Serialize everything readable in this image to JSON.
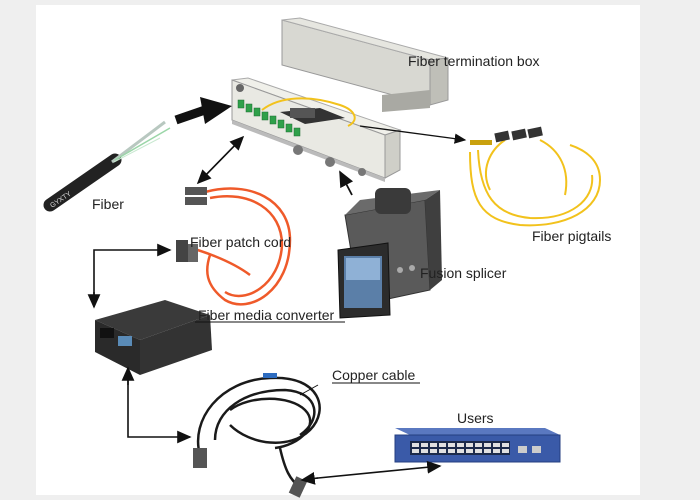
{
  "labels": {
    "fiber": "Fiber",
    "fiber_termination_box": "Fiber termination box",
    "fiber_pigtails": "Fiber pigtails",
    "fiber_patch_cord": "Fiber patch cord",
    "fusion_splicer": "Fusion splicer",
    "fiber_media_converter": "Fiber media converter",
    "copper_cable": "Copper cable",
    "users": "Users",
    "cable_print": "GYXTY"
  },
  "colors": {
    "background": "#efefef",
    "canvas": "#ffffff",
    "arrow": "#111111",
    "pigtail_yellow": "#f2c21c",
    "patch_cord_orange": "#ef5a2a",
    "switch_blue": "#3a5aa8",
    "fiber_connector_green": "#2fa04a"
  }
}
